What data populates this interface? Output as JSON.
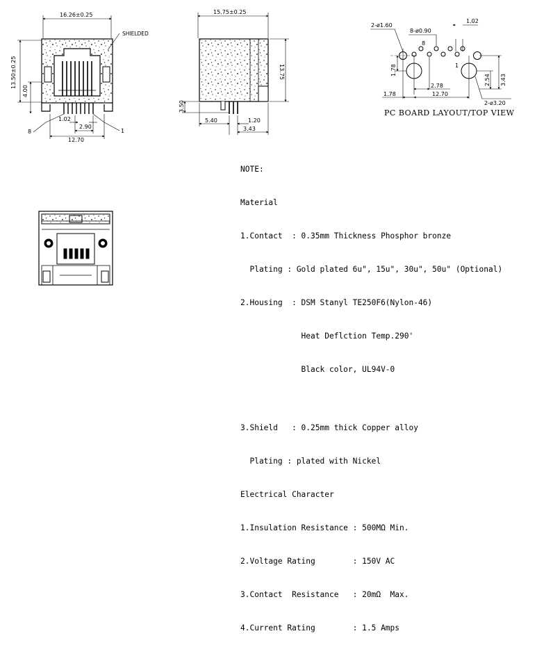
{
  "drawing": {
    "front_view": {
      "width_dim": "16.26±0.25",
      "height_dim": "13.50±0.25",
      "shield_height_dim": "4.00",
      "pin_pitch_dim": "1.02",
      "pin_span_small_dim": "2.90",
      "pin_span_large_dim": "12.70",
      "shield_label": "SHIELDED",
      "pin8_label": "8",
      "pin1_label": "1"
    },
    "side_view": {
      "width_dim": "15.75±0.25",
      "height_dim": "13.75",
      "pin_height_dim": "3.50",
      "offset_a_dim": "5.40",
      "offset_b_dim": "1.20",
      "offset_c_dim": "3.43"
    },
    "pcb_layout": {
      "big_hole_dim": "2-ø1.60",
      "pin_holes_dim": "8-ø0.90",
      "pitch_dim": "1.02",
      "pin8_label": "8",
      "pin1_label": "1",
      "row_offset_dim": "1.78",
      "vert_a_dim": "2.54",
      "vert_b_dim": "3.43",
      "post_hole_dim": "2-ø3.20",
      "span_a_dim": "2.78",
      "left_offset_dim": "1.78",
      "total_span_dim": "12.70",
      "title": "PC BOARD LAYOUT/TOP VIEW"
    }
  },
  "notes": {
    "heading": "NOTE:",
    "material_heading": "Material",
    "contact": "1.Contact  : 0.35mm Thickness Phosphor bronze",
    "contact_plating": "  Plating : Gold plated 6u\", 15u\", 30u\", 50u\" (Optional)",
    "housing": "2.Housing  : DSM Stanyl TE250F6(Nylon-46)",
    "housing_heat": "             Heat Deflction Temp.290'",
    "housing_color": "             Black color, UL94V-0",
    "shield": "3.Shield   : 0.25mm thick Copper alloy",
    "shield_plating": "  Plating : plated with Nickel",
    "electrical_heading": "Electrical Character",
    "insulation": "1.Insulation Resistance : 500MΩ Min.",
    "voltage": "2.Voltage Rating        : 150V AC",
    "contact_resistance": "3.Contact  Resistance   : 20mΩ  Max.",
    "current": "4.Current Rating        : 1.5 Amps"
  }
}
